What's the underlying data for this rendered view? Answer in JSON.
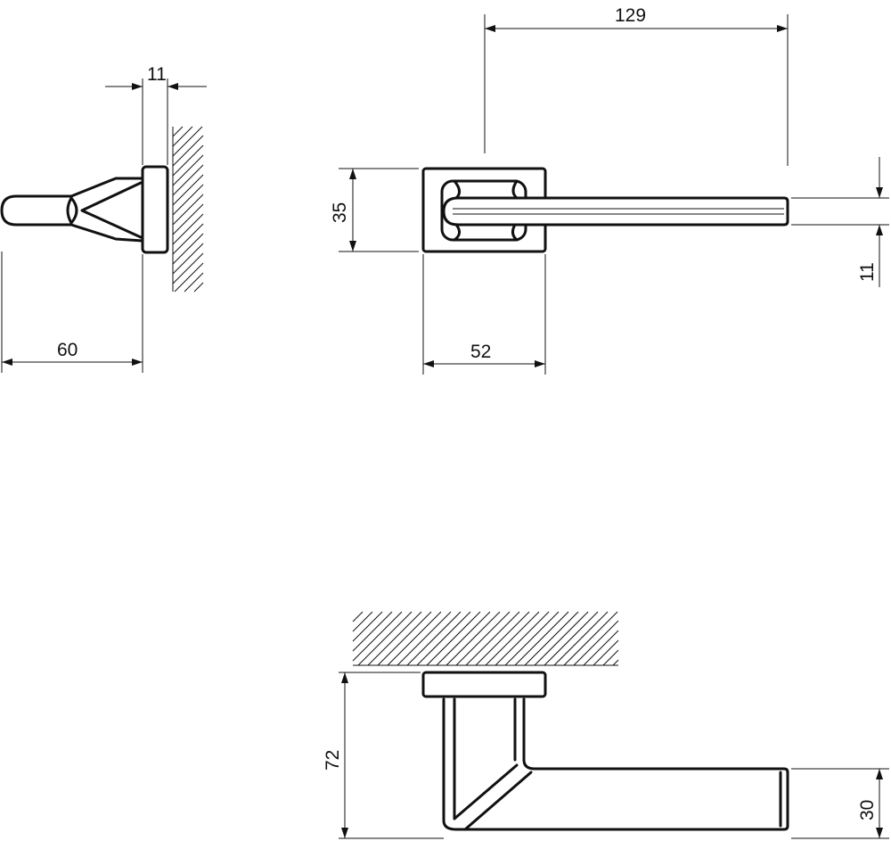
{
  "dimensions": {
    "side_top_width": "11",
    "side_length": "60",
    "front_rose_height": "35",
    "front_lever_length": "129",
    "front_rose_width": "52",
    "front_grip_height": "11",
    "bottom_projection": "72",
    "bottom_grip_height": "30"
  }
}
